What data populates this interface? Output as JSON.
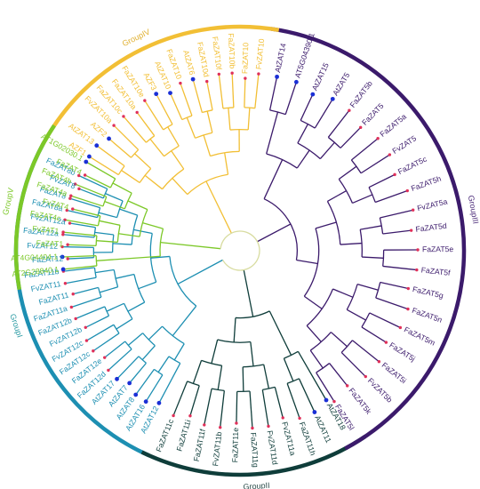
{
  "groups": [
    {
      "label": "GroupI",
      "color": "#1d8fb2",
      "label_color": "#2a9aa3",
      "leaves": [
        "FaZAT8b",
        "FvZAT8",
        "FaZAT8",
        "FaZAT8a",
        "FvZAT12a",
        "FaZAT12a",
        "FvZAT12",
        "FaZAT12",
        "FaZAT11b",
        "FvZAT11",
        "FaZAT11",
        "FaZAT11a",
        "FaZAT12b",
        "FvZAT12b",
        "FvZAT12c",
        "FaZAT12c",
        "FaZAT12e",
        "FaZAT12d",
        "AtZAT17",
        "AtZAT7",
        "AtZAT8",
        "AtZAT16",
        "AtZAT12"
      ]
    },
    {
      "label": "GroupII",
      "color": "#0f3d3a",
      "label_color": "#2b4d4b",
      "leaves": [
        "FaZAT11c",
        "FaZAT11i",
        "FaZAT11f",
        "FvZAT11b",
        "FaZAT11e",
        "FaZAT11g",
        "FvZAT11d",
        "FvZAT11a",
        "FaZAT11h",
        "AtZAT11",
        "AtZAT18"
      ]
    },
    {
      "label": "GroupIII",
      "color": "#3b1a6b",
      "label_color": "#4a2a78",
      "leaves": [
        "FaZAT5l",
        "FaZAT5k",
        "FvZAT5b",
        "FaZAT5i",
        "FaZAT5j",
        "FaZAT5m",
        "FaZAT5n",
        "FaZAT5g",
        "FaZAT5f",
        "FaZAT5e",
        "FaZAT5d",
        "FvZAT5a",
        "FaZAT5h",
        "FaZAT5c",
        "FvZAT5",
        "FaZAT5a",
        "FaZAT5",
        "FaZAT5b",
        "AtZAT5",
        "AtZAT15",
        "AT5G04390.1",
        "AtZAT14"
      ]
    },
    {
      "label": "GroupIV",
      "color": "#f2bf35",
      "label_color": "#e0b030",
      "leaves": [
        "FvZAT10",
        "FaZAT10",
        "FaZAT10b",
        "FaZAT10f",
        "FaZAT10d",
        "AtZAT6",
        "FaZAT10",
        "AtZAT10",
        "AZF3",
        "FaZAT10e",
        "FaZAT10a",
        "FaZAT10c",
        "FvZAT10a",
        "AZF2",
        "AtZAT13",
        "AZF1"
      ]
    },
    {
      "label": "GroupV",
      "color": "#7cc828",
      "label_color": "#7cc828",
      "leaves": [
        "AT1G02030.1",
        "FaZAT4",
        "FaZAT4b",
        "FaZAT4a",
        "FvZAT4",
        "FaZAT4c",
        "FvZAT1",
        "FaZAT1",
        "AT4G04404.1",
        "AT2G28840.1"
      ]
    }
  ]
}
